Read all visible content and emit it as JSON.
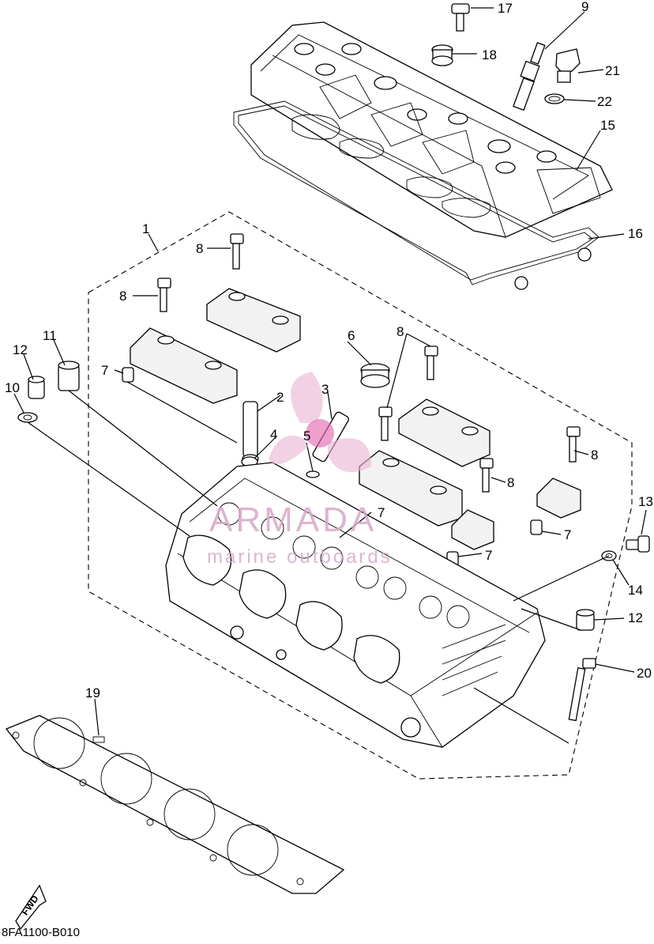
{
  "diagram": {
    "drawing_code": "8FA1100-B010",
    "fwd_label": "FWD",
    "watermark": {
      "brand": "ARMADA",
      "tagline": "marine outboards"
    },
    "callouts": [
      {
        "id": "c1",
        "label": "1"
      },
      {
        "id": "c2",
        "label": "2"
      },
      {
        "id": "c3",
        "label": "3"
      },
      {
        "id": "c4",
        "label": "4"
      },
      {
        "id": "c5",
        "label": "5"
      },
      {
        "id": "c6",
        "label": "6"
      },
      {
        "id": "c7a",
        "label": "7"
      },
      {
        "id": "c7b",
        "label": "7"
      },
      {
        "id": "c7c",
        "label": "7"
      },
      {
        "id": "c7d",
        "label": "7"
      },
      {
        "id": "c8a",
        "label": "8"
      },
      {
        "id": "c8b",
        "label": "8"
      },
      {
        "id": "c8c",
        "label": "8"
      },
      {
        "id": "c8d",
        "label": "8"
      },
      {
        "id": "c8e",
        "label": "8"
      },
      {
        "id": "c9",
        "label": "9"
      },
      {
        "id": "c10",
        "label": "10"
      },
      {
        "id": "c11",
        "label": "11"
      },
      {
        "id": "c12a",
        "label": "12"
      },
      {
        "id": "c12b",
        "label": "12"
      },
      {
        "id": "c13",
        "label": "13"
      },
      {
        "id": "c14",
        "label": "14"
      },
      {
        "id": "c15",
        "label": "15"
      },
      {
        "id": "c16",
        "label": "16"
      },
      {
        "id": "c17",
        "label": "17"
      },
      {
        "id": "c18",
        "label": "18"
      },
      {
        "id": "c19",
        "label": "19"
      },
      {
        "id": "c20",
        "label": "20"
      },
      {
        "id": "c21",
        "label": "21"
      },
      {
        "id": "c22",
        "label": "22"
      }
    ]
  }
}
